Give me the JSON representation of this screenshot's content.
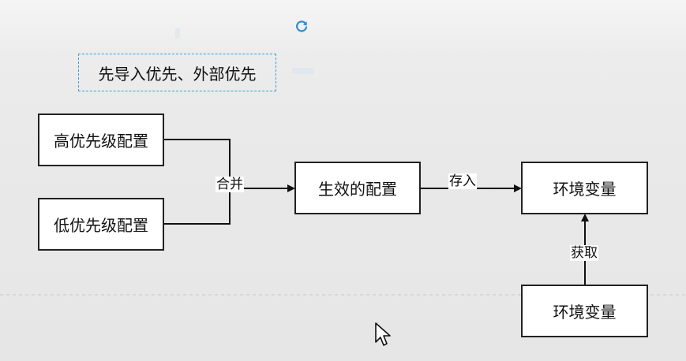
{
  "note": "先导入优先、外部优先",
  "nodes": {
    "high": "高优先级配置",
    "low": "低优先级配置",
    "effective": "生效的配置",
    "env_target": "环境变量",
    "env_source": "环境变量"
  },
  "edges": {
    "merge": "合并",
    "store": "存入",
    "fetch": "获取"
  },
  "colors": {
    "note_border": "#3aa0d8",
    "refresh_icon": "#2d8fd6"
  },
  "icons": [
    "refresh-icon",
    "mouse-cursor-icon"
  ]
}
